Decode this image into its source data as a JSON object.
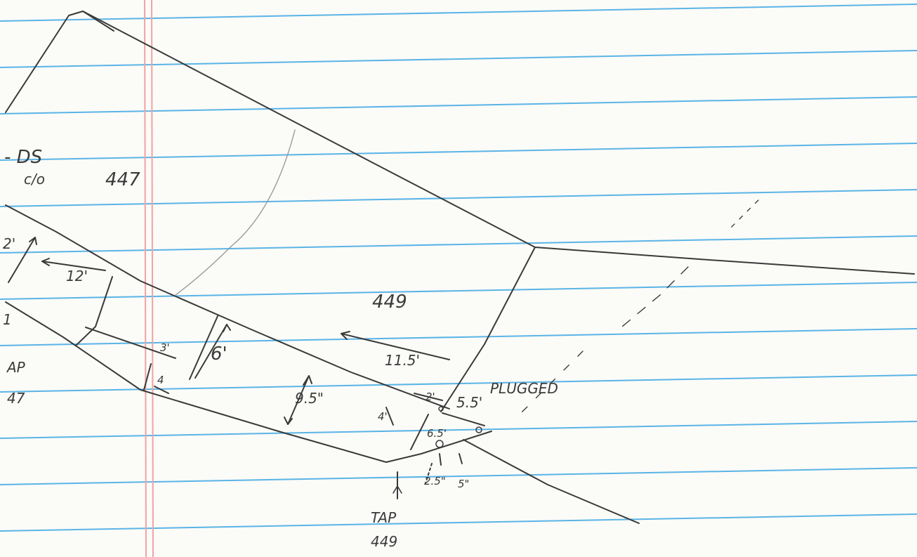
{
  "paper": {
    "rule_color": "#5ab4e6",
    "margin_color": "#f0a3a3",
    "paper_color": "#fbfbf8",
    "ink_color": "#3a3a3a"
  },
  "lots": {
    "lot_447": "447",
    "lot_449": "449"
  },
  "labels": {
    "ds": "- DS",
    "pct": "c/o",
    "tap_left": "AP",
    "tap_left_num": "47",
    "tap_449": "TAP",
    "tap_449_num": "449",
    "plugged": "PLUGGED"
  },
  "dimensions": {
    "d_12": "12'",
    "d_2_left": "2'",
    "d_3": "3'",
    "d_4": "4",
    "d_6": "6'",
    "d_9_5": "9.5\"",
    "d_11_5": "11.5'",
    "d_2_right": "2'",
    "d_5_5": "5.5'",
    "d_6_5": "6.5'",
    "d_4_right": "4'",
    "d_2_5": "2.5\"",
    "d_5": "5\"",
    "d_1": "1"
  }
}
